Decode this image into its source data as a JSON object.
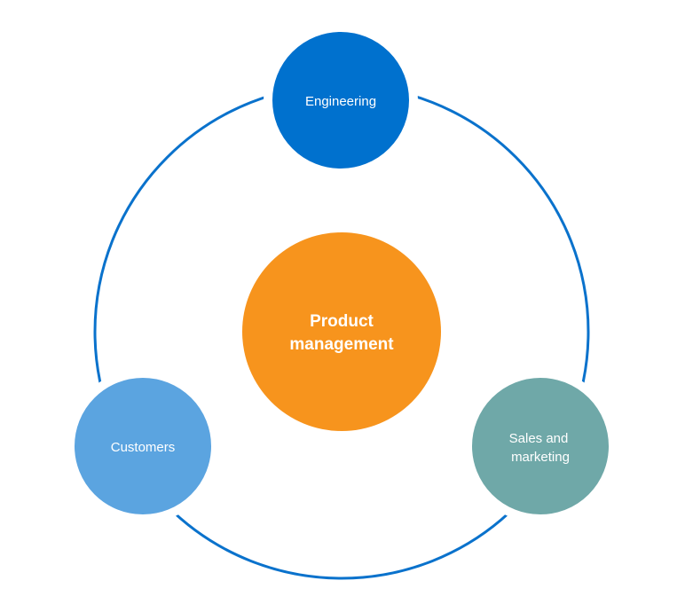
{
  "diagram": {
    "center": {
      "label_lines": [
        "Product",
        "management"
      ],
      "color": "#F7941D"
    },
    "ring_color": "#0A72CC",
    "nodes": [
      {
        "id": "engineering",
        "label_lines": [
          "Engineering"
        ],
        "color": "#0071CE"
      },
      {
        "id": "customers",
        "label_lines": [
          "Customers"
        ],
        "color": "#5BA4E0"
      },
      {
        "id": "sales-and-marketing",
        "label_lines": [
          "Sales and",
          "marketing"
        ],
        "color": "#6FA8A8"
      }
    ]
  }
}
